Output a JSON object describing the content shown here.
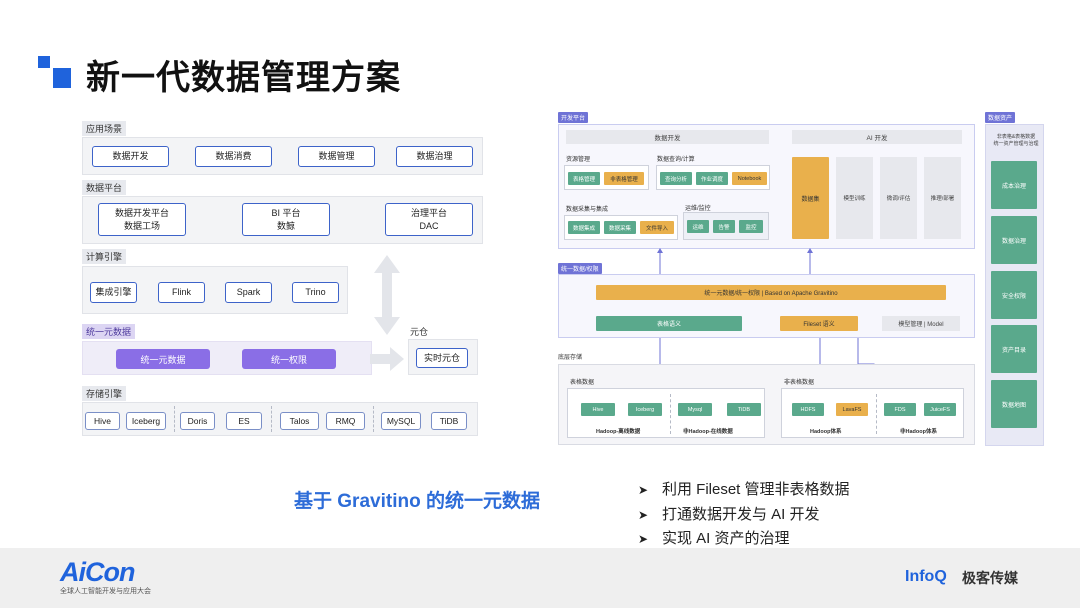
{
  "title": "新一代数据管理方案",
  "left": {
    "sections": {
      "app": "应用场景",
      "platform": "数据平台",
      "compute": "计算引擎",
      "unified": "统一元数据",
      "meta": "元仓",
      "storage": "存储引擎"
    },
    "app_items": [
      "数据开发",
      "数据消费",
      "数据管理",
      "数据治理"
    ],
    "platform_items": [
      {
        "line1": "数据开发平台",
        "line2": "数据工场"
      },
      {
        "line1": "BI 平台",
        "line2": "数鲸"
      },
      {
        "line1": "治理平台",
        "line2": "DAC"
      }
    ],
    "compute_items": [
      "集成引擎",
      "Flink",
      "Spark",
      "Trino"
    ],
    "unified_items": [
      "统一元数据",
      "统一权限"
    ],
    "meta_item": "实时元仓",
    "storage_items": [
      "Hive",
      "Iceberg",
      "Doris",
      "ES",
      "Talos",
      "RMQ",
      "MySQL",
      "TiDB"
    ]
  },
  "right": {
    "dev_platform": "开发平台",
    "data_dev": "数据开发",
    "ai_dev": "AI 开发",
    "resource_mgmt": "资源管理",
    "resource_items": [
      "表格管理",
      "非表格管理"
    ],
    "query_calc": "数据查询/计算",
    "query_items": [
      "查询分析",
      "作业调度",
      "Notebook"
    ],
    "collect_integrate": "数据采集与集成",
    "collect_items": [
      "数据集成",
      "数据采集",
      "文件导入"
    ],
    "ops_monitor": "运维/监控",
    "ops_items": [
      "运维",
      "告警",
      "监控"
    ],
    "ai_items": [
      "数据集",
      "模型训练",
      "微调/评估",
      "推理/部署"
    ],
    "unified_label": "统一数据/权限",
    "unified_bar": "统一元数据/统一权限 | Based on Apache Gravitino",
    "table_semantic": "表格语义",
    "fileset_semantic": "Fileset 语义",
    "model_mgmt": "模型管理 | Model",
    "storage_label": "底层存储",
    "table_data": "表格数据",
    "table_items": [
      "Hive",
      "Iceberg",
      "Mysql",
      "TiDB"
    ],
    "hadoop_offline": "Hadoop-离线数据",
    "non_hadoop_online": "非Hadoop-在线数据",
    "nontable_data": "非表格数据",
    "nontable_items": [
      "HDFS",
      "LavaFS",
      "FDS",
      "JuiceFS"
    ],
    "hadoop_sys": "Hadoop体系",
    "non_hadoop_sys": "非Hadoop体系",
    "asset_label": "数据资产",
    "asset_note_line1": "非表格&表格数据",
    "asset_note_line2": "统一资产管理与治理",
    "asset_items": [
      "成本治理",
      "数据治理",
      "安全权限",
      "资产目录",
      "数据地图"
    ]
  },
  "caption": "基于 Gravitino 的统一元数据",
  "bullets": [
    "利用 Fileset 管理非表格数据",
    "打通数据开发与 AI 开发",
    "实现 AI 资产的治理"
  ],
  "footer": {
    "aicon": "AiCon",
    "aicon_sub": "全球人工智能开发与应用大会",
    "infoq": "InfoQ",
    "geek": "极客传媒"
  },
  "colors": {
    "accent_blue": "#1f63dc",
    "purple": "#8a6ee6",
    "green": "#5aa98c",
    "orange": "#e9b04c"
  }
}
